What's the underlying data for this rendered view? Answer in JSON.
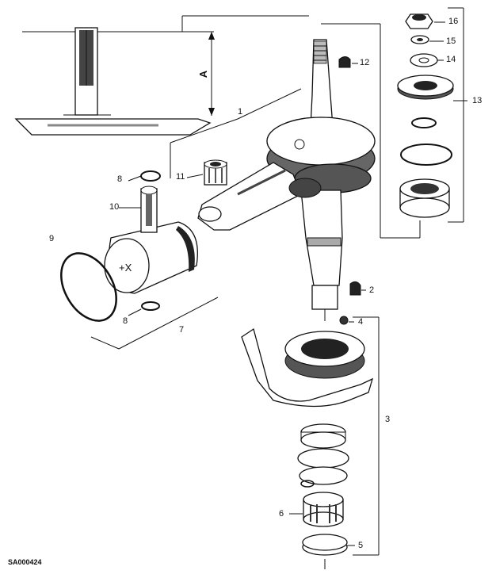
{
  "figure_id": "SA000424",
  "dimension_label": "A",
  "callouts": {
    "c1": "1",
    "c2": "2",
    "c3": "3",
    "c4": "4",
    "c5": "5",
    "c6": "6",
    "c7": "7",
    "c8a": "8",
    "c8b": "8",
    "c9": "9",
    "c10": "10",
    "c11": "11",
    "c12": "12",
    "c13": "13",
    "c14": "14",
    "c15": "15",
    "c16": "16",
    "cX": "X"
  }
}
